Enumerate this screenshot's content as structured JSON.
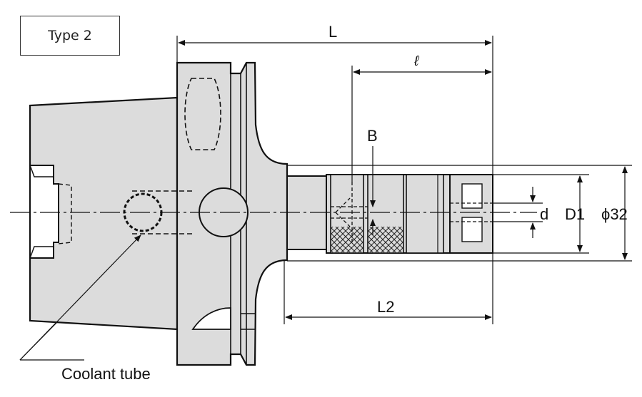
{
  "type_label": "Type 2",
  "dimensions": {
    "overall_length": "L",
    "shank_length": "ℓ",
    "body_length": "L2",
    "width_b": "B",
    "bore_d": "d",
    "diameter_d1": "D1",
    "diameter_outer": "ϕ32"
  },
  "callouts": {
    "coolant_tube": "Coolant tube"
  },
  "colors": {
    "body_fill": "#dcdcdc",
    "line": "#111111",
    "background": "#ffffff"
  }
}
